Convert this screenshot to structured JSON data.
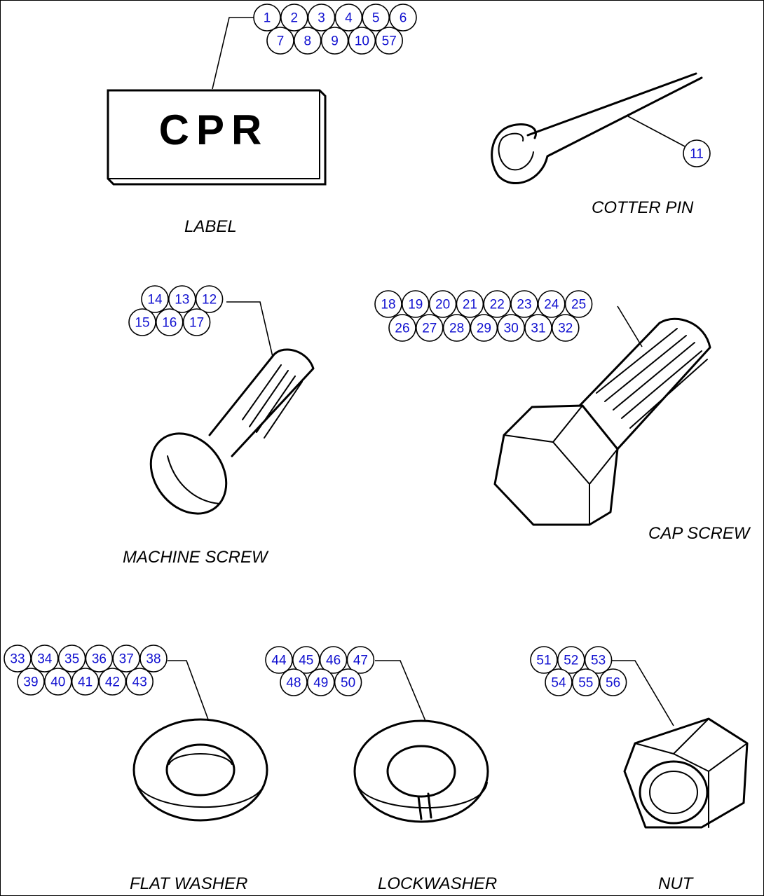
{
  "colors": {
    "callout_text": "#1010d0",
    "line": "#000000",
    "background": "#ffffff"
  },
  "parts": {
    "label": {
      "name": "LABEL",
      "text": "CPR",
      "callouts": [
        "1",
        "2",
        "3",
        "4",
        "5",
        "6",
        "7",
        "8",
        "9",
        "10",
        "57"
      ]
    },
    "cotter_pin": {
      "name": "COTTER PIN",
      "callouts": [
        "11"
      ]
    },
    "machine_screw": {
      "name": "MACHINE SCREW",
      "callouts": [
        "14",
        "13",
        "12",
        "15",
        "16",
        "17"
      ]
    },
    "cap_screw": {
      "name": "CAP SCREW",
      "callouts": [
        "18",
        "19",
        "20",
        "21",
        "22",
        "23",
        "24",
        "25",
        "26",
        "27",
        "28",
        "29",
        "30",
        "31",
        "32"
      ]
    },
    "flat_washer": {
      "name": "FLAT WASHER",
      "callouts": [
        "33",
        "34",
        "35",
        "36",
        "37",
        "38",
        "39",
        "40",
        "41",
        "42",
        "43"
      ]
    },
    "lockwasher": {
      "name": "LOCKWASHER",
      "callouts": [
        "44",
        "45",
        "46",
        "47",
        "48",
        "49",
        "50"
      ]
    },
    "nut": {
      "name": "NUT",
      "callouts": [
        "51",
        "52",
        "53",
        "54",
        "55",
        "56"
      ]
    }
  }
}
